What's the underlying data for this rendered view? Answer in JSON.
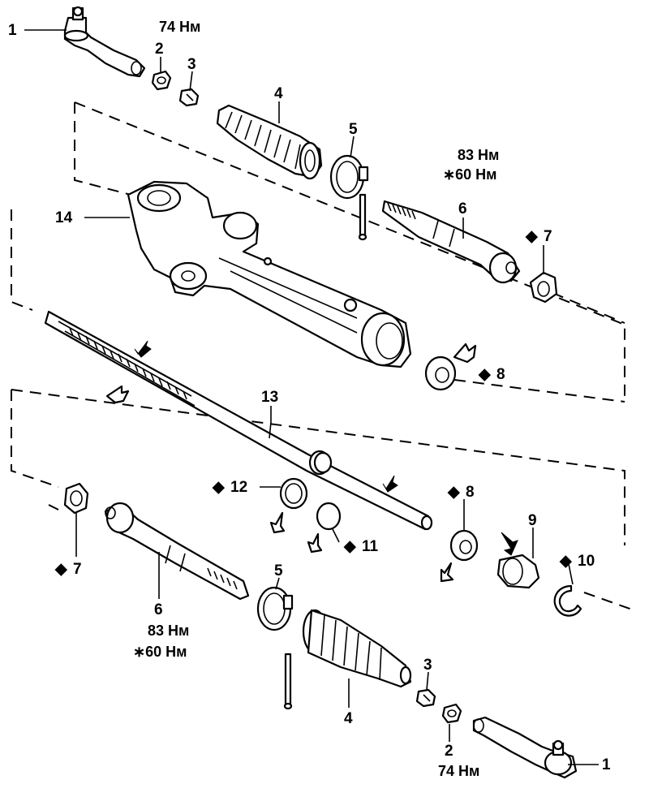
{
  "labels": {
    "tie_rod_end": "1",
    "nut": "2",
    "cotter_pin": "3",
    "boot": "4",
    "clamp": "5",
    "rack_end": "6",
    "claw_washer": "7",
    "bushing": "8",
    "rack_guide": "9",
    "snap_ring": "10",
    "o_ring": "11",
    "oil_seal": "12",
    "rack": "13",
    "housing": "14"
  },
  "torques": {
    "nut": "74 Нм",
    "rack_end_primary": "83 Нм",
    "rack_end_alt": "∗60 Нм"
  },
  "symbols": {
    "non_reusable_marker": "◆"
  }
}
